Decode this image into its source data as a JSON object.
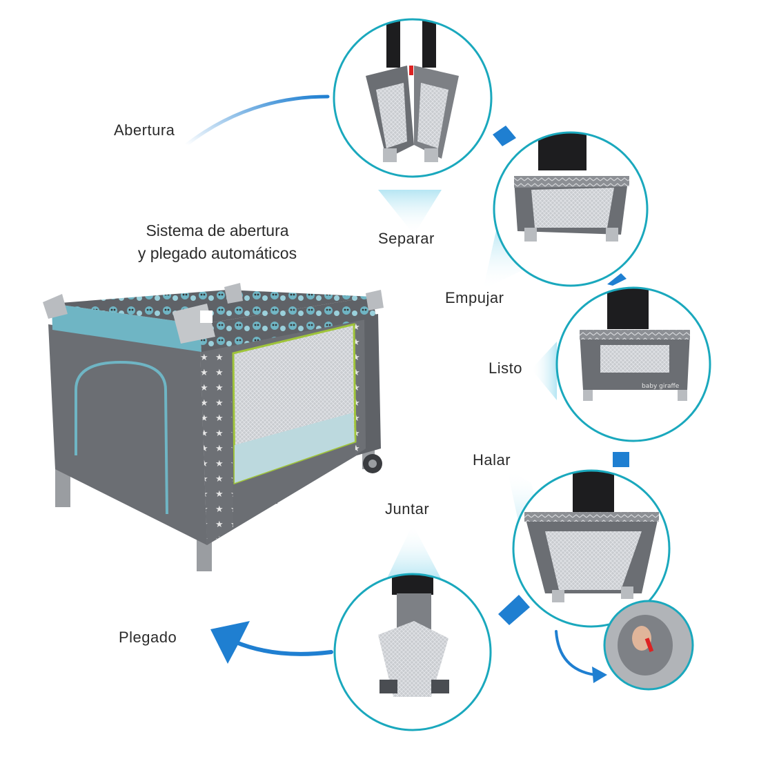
{
  "headline": {
    "line1": "Sistema de abertura",
    "line2": "y plegado automáticos"
  },
  "steps": {
    "abertura": "Abertura",
    "separar": "Separar",
    "empujar": "Empujar",
    "listo": "Listo",
    "halar": "Halar",
    "juntar": "Juntar",
    "plegado": "Plegado"
  },
  "colors": {
    "circle_border": "#1aa8bd",
    "arrow_blue": "#1f7fd1",
    "fabric_gray": "#6b6e73",
    "fabric_light": "#8e9196",
    "accent_teal": "#6fb5c4",
    "frame_gray": "#9a9da1",
    "glow": "#aee3f2"
  },
  "icons": {
    "arrow_left": "arrow-left-icon",
    "arrow_right": "arrow-right-icon",
    "connector": "connector-icon"
  }
}
